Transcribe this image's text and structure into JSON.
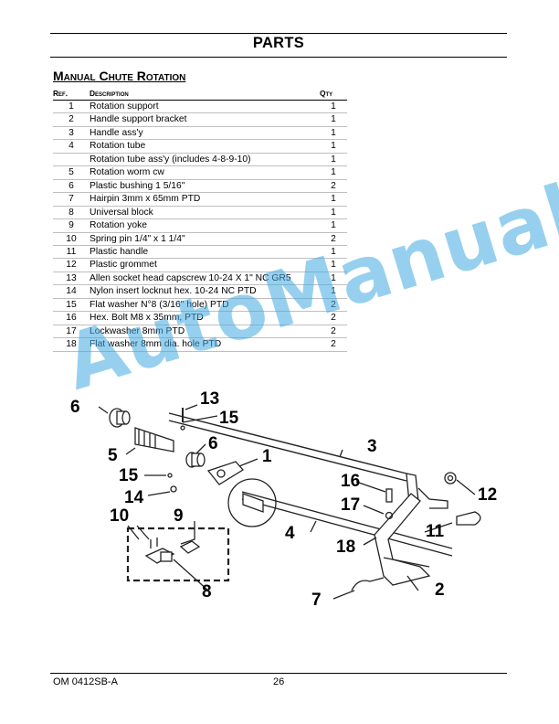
{
  "header": {
    "title": "PARTS"
  },
  "section": {
    "title": "Manual Chute Rotation"
  },
  "table": {
    "headers": {
      "ref": "Ref.",
      "description": "Description",
      "qty": "Qty"
    },
    "rows": [
      {
        "ref": "1",
        "description": "Rotation support",
        "qty": "1"
      },
      {
        "ref": "2",
        "description": "Handle support bracket",
        "qty": "1"
      },
      {
        "ref": "3",
        "description": "Handle ass'y",
        "qty": "1"
      },
      {
        "ref": "4",
        "description": "Rotation tube",
        "qty": "1"
      },
      {
        "ref": "",
        "description": "Rotation tube ass'y (includes 4-8-9-10)",
        "qty": "1"
      },
      {
        "ref": "5",
        "description": "Rotation worm cw",
        "qty": "1"
      },
      {
        "ref": "6",
        "description": "Plastic bushing 1 5/16\"",
        "qty": "2"
      },
      {
        "ref": "7",
        "description": "Hairpin 3mm x 65mm  PTD",
        "qty": "1"
      },
      {
        "ref": "8",
        "description": "Universal block",
        "qty": "1"
      },
      {
        "ref": "9",
        "description": "Rotation yoke",
        "qty": "1"
      },
      {
        "ref": "10",
        "description": "Spring pin 1/4\" x 1 1/4\"",
        "qty": "2"
      },
      {
        "ref": "11",
        "description": "Plastic handle",
        "qty": "1"
      },
      {
        "ref": "12",
        "description": "Plastic grommet",
        "qty": "1"
      },
      {
        "ref": "13",
        "description": "Allen socket head capscrew 10-24 X 1\" NC GR5",
        "qty": "1"
      },
      {
        "ref": "14",
        "description": "Nylon insert locknut hex. 10-24 NC PTD",
        "qty": "1"
      },
      {
        "ref": "15",
        "description": "Flat washer N°8 (3/16\" hole) PTD",
        "qty": "2"
      },
      {
        "ref": "16",
        "description": "Hex. Bolt M8 x 35mm, PTD",
        "qty": "2"
      },
      {
        "ref": "17",
        "description": "Lockwasher 8mm  PTD",
        "qty": "2"
      },
      {
        "ref": "18",
        "description": "Flat washer 8mm dia. hole PTD",
        "qty": "2"
      }
    ]
  },
  "watermark": {
    "text": "AutoManual"
  },
  "diagram": {
    "callouts": {
      "c1": "1",
      "c2": "2",
      "c3": "3",
      "c4": "4",
      "c5": "5",
      "c6a": "6",
      "c6b": "6",
      "c7": "7",
      "c8": "8",
      "c9": "9",
      "c10": "10",
      "c11": "11",
      "c12": "12",
      "c13": "13",
      "c14": "14",
      "c15a": "15",
      "c15b": "15",
      "c16": "16",
      "c17": "17",
      "c18": "18"
    }
  },
  "footer": {
    "doc_code": "OM 0412SB-A",
    "page_number": "26"
  }
}
